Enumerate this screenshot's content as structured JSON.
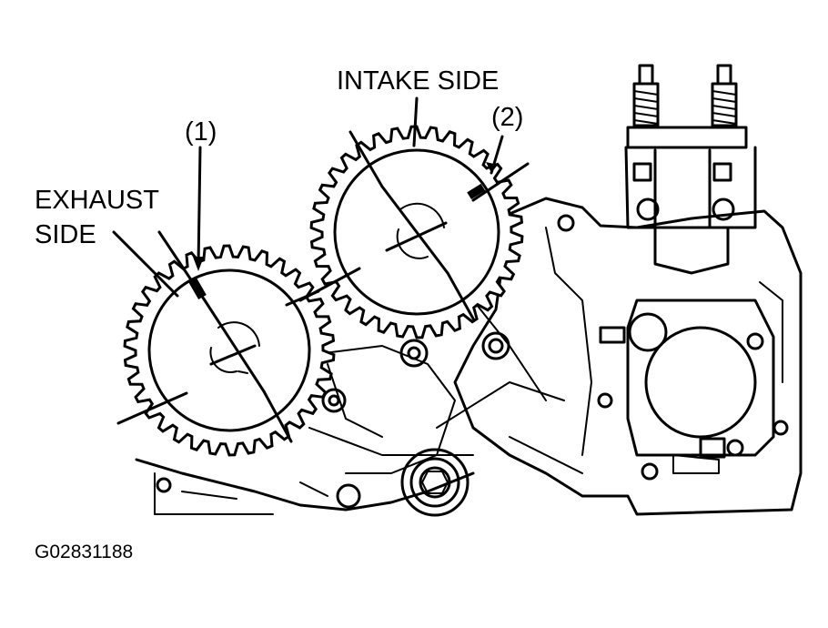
{
  "labels": {
    "intake": "INTAKE SIDE",
    "exhaust_line1": "EXHAUST",
    "exhaust_line2": "SIDE",
    "marker1": "(1)",
    "marker2": "(2)",
    "figure_code": "G02831188"
  },
  "icons": {
    "exhaust": "camshaft-sprocket-icon",
    "intake": "camshaft-sprocket-icon"
  }
}
